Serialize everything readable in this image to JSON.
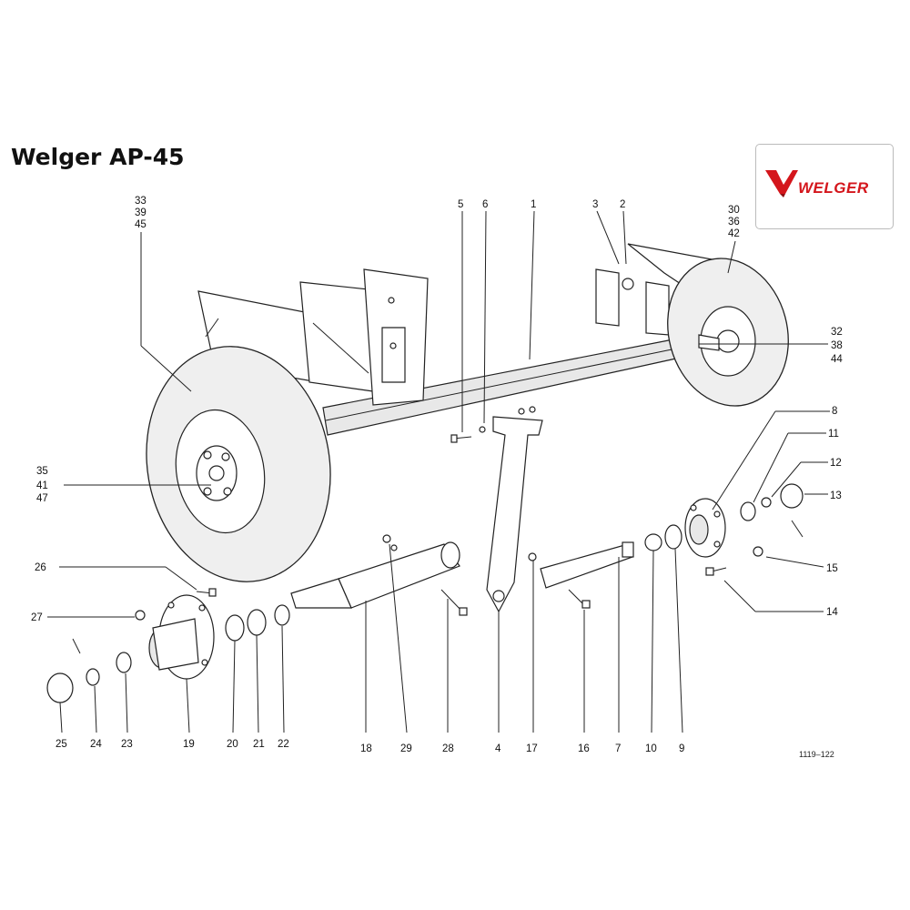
{
  "title": "Welger AP-45",
  "logo": {
    "text": "WELGER",
    "colors": {
      "red": "#d4161c",
      "dark_red": "#8b0f12"
    }
  },
  "drawing_code": "1119–122",
  "part_labels": {
    "top_center": [
      "5",
      "6",
      "1",
      "3",
      "2"
    ],
    "left_wheel_top": [
      "33",
      "39",
      "45"
    ],
    "left_wheel_hub": [
      "35",
      "41",
      "47"
    ],
    "right_wheel_top": [
      "30",
      "36",
      "42"
    ],
    "right_wheel_hub": [
      "32",
      "38",
      "44"
    ],
    "right_side": [
      "8",
      "11",
      "12",
      "13",
      "15",
      "14"
    ],
    "left_side": [
      "26",
      "27"
    ],
    "bottom_row": [
      "25",
      "24",
      "23",
      "19",
      "20",
      "21",
      "22",
      "18",
      "29",
      "28",
      "4",
      "17",
      "16",
      "7",
      "10",
      "9"
    ]
  }
}
